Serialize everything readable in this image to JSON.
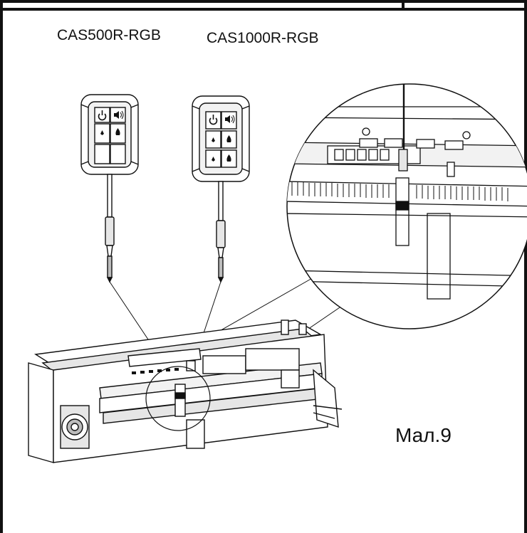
{
  "labels": {
    "remote_a": "CAS500R-RGB",
    "remote_b": "CAS1000R-RGB",
    "figure": "Мал.9"
  },
  "colors": {
    "line": "#111111",
    "fill_light": "#ffffff",
    "fill_mid": "#e6e6e6",
    "fill_dark": "#bdbdbd"
  }
}
